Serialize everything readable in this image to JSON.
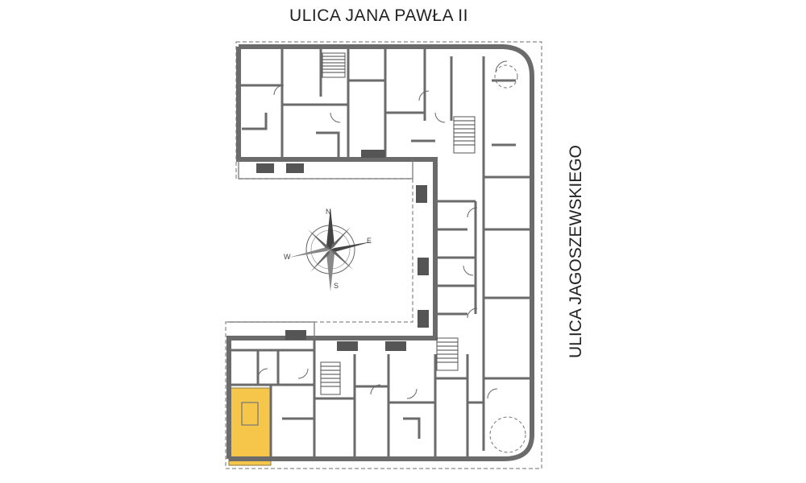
{
  "streets": {
    "top": "ULICA  JANA PAWŁA II",
    "right": "ULICA  JAGOSZEWSKIEGO"
  },
  "compass": {
    "north": "N",
    "south": "S",
    "east": "E",
    "west": "W"
  },
  "colors": {
    "highlight_unit": "#f5c64a",
    "walls": "#6b6b6b",
    "background": "#ffffff"
  },
  "highlighted_unit": {
    "label": "",
    "status": "selected"
  }
}
